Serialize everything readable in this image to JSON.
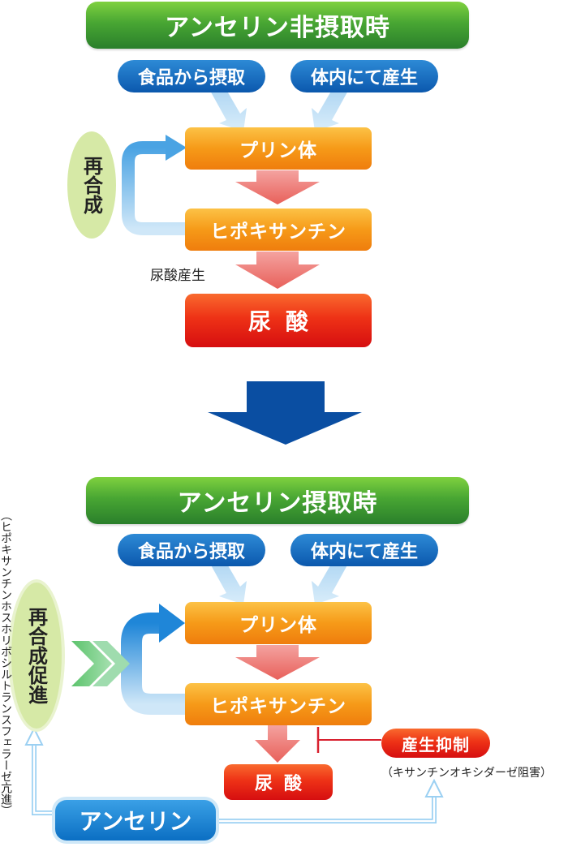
{
  "top": {
    "title": "アンセリン非摂取時",
    "source_food": "食品から摂取",
    "source_body": "体内にて産生",
    "purine": "プリン体",
    "hypoxanthine": "ヒポキサンチン",
    "uric_acid": "尿酸",
    "uric_acid_production": "尿酸産生",
    "resynthesis": "再合成"
  },
  "bottom": {
    "title": "アンセリン摂取時",
    "source_food": "食品から摂取",
    "source_body": "体内にて産生",
    "purine": "プリン体",
    "hypoxanthine": "ヒポキサンチン",
    "uric_acid": "尿酸",
    "resynthesis_promotion": "再合成促進",
    "enzyme_note": "（ヒポキサンチンホスホリボシルトランスフェラーゼ亢進）",
    "suppression": "産生抑制",
    "suppression_note": "（キサンチンオキシダーゼ阻害）",
    "anserine": "アンセリン"
  },
  "colors": {
    "green_title": "#48a633",
    "blue_pill": "#0b58ad",
    "orange_box": "#f69a18",
    "red_box": "#ee3216",
    "oval": "#d6e9a6",
    "big_arrow": "#0a4ea2"
  }
}
